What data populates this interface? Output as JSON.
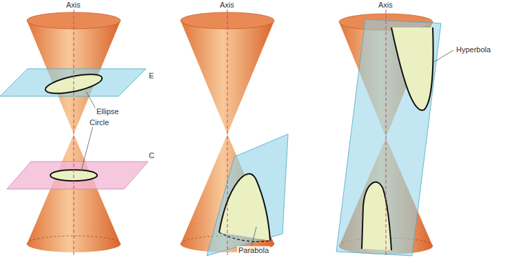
{
  "diagram": {
    "labels": [
      "Axis",
      "Axis",
      "Axis",
      "E",
      "Ellipse",
      "Circle",
      "C",
      "Parabola",
      "Hyperbola"
    ]
  }
}
